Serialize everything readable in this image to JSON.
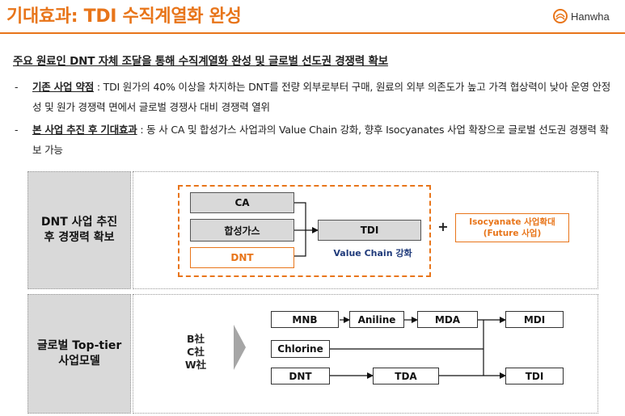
{
  "header": {
    "title": "기대효과: TDI 수직계열화 완성",
    "logo_text": "Hanwha"
  },
  "subtitle": "주요 원료인 DNT 자체 조달을 통해 수직계열화 완성 및 글로벌 선도권 경쟁력 확보",
  "bullets": [
    {
      "dash": "-",
      "label": "기존 사업 약점",
      "text": " : TDI 원가의 40% 이상을 차지하는 DNT를 전량 외부로부터 구매, 원료의 외부 의존도가 높고 가격 협상력이 낮아 운영 안정성 및 원가 경쟁력 면에서 글로벌 경쟁사 대비 경쟁력 열위"
    },
    {
      "dash": "-",
      "label": "본 사업 추진 후 기대효과",
      "text": " : 동 사 CA 및 합성가스 사업과의 Value Chain 강화, 향후 Isocyanates 사업 확장으로 글로벌 선도권 경쟁력 확보 가능"
    }
  ],
  "section1": {
    "label_line1": "DNT 사업 추진",
    "label_line2": "후 경쟁력 확보",
    "boxes": {
      "ca": "CA",
      "syngas": "합성가스",
      "dnt": "DNT",
      "tdi": "TDI"
    },
    "value_chain": "Value Chain 강화",
    "plus": "+",
    "iso_line1": "Isocyanate 사업확대",
    "iso_line2": "(Future 사업)"
  },
  "section2": {
    "label_line1": "글로벌 Top-tier",
    "label_line2": "사업모델",
    "companies": [
      "B社",
      "C社",
      "W社"
    ],
    "boxes": {
      "mnb": "MNB",
      "aniline": "Aniline",
      "mda": "MDA",
      "mdi": "MDI",
      "chlorine": "Chlorine",
      "dnt": "DNT",
      "tda": "TDA",
      "tdi": "TDI"
    }
  },
  "colors": {
    "accent": "#e8751a",
    "navy": "#1f3a7a",
    "label_gray": "#d9d9d9"
  }
}
